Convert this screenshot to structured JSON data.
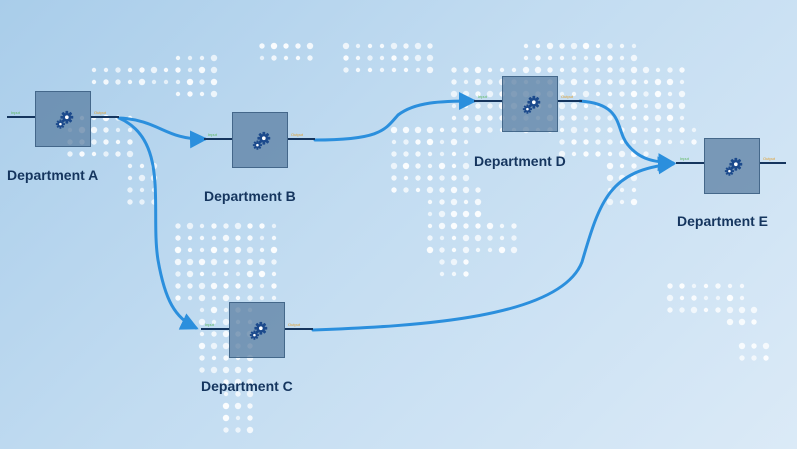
{
  "departments": [
    {
      "id": "a",
      "label": "Department A",
      "input": "Input",
      "output": "Output"
    },
    {
      "id": "b",
      "label": "Department B",
      "input": "Input",
      "output": "Output"
    },
    {
      "id": "c",
      "label": "Department C",
      "input": "Input",
      "output": "Output"
    },
    {
      "id": "d",
      "label": "Department D",
      "input": "Input",
      "output": "Output"
    },
    {
      "id": "e",
      "label": "Department E",
      "input": "Input",
      "output": "Output"
    }
  ],
  "connections": [
    {
      "from": "a",
      "to": "b"
    },
    {
      "from": "a",
      "to": "c"
    },
    {
      "from": "b",
      "to": "d"
    },
    {
      "from": "d",
      "to": "e"
    },
    {
      "from": "c",
      "to": "e"
    }
  ],
  "colors": {
    "background": "#b9d6ee",
    "flow_line": "#2b8fdd",
    "box_fill": "#587ca0",
    "label_text": "#15355e",
    "input_label": "#5cb85c",
    "output_label": "#e0a030",
    "gear": "#1c4a8c",
    "map_dots": "#ffffff"
  },
  "icons": {
    "process": "gear-icon",
    "background": "world-map-dots"
  }
}
